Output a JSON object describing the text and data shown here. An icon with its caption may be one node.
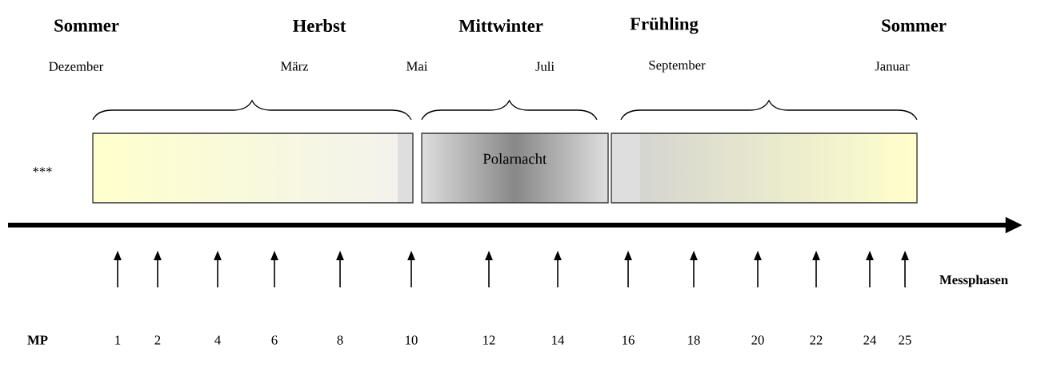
{
  "diagram": {
    "nodes": [
      {
        "text": [],
        "shape": "box"
      },
      {
        "text": [
          "Polarnacht"
        ]
      },
      {
        "text": [],
        "shape": "box"
      }
    ],
    "labels": [
      "Sommer",
      "Herbst",
      "Mittwinter",
      "Frühling",
      "Sommer",
      "Dezember",
      "März",
      "Mai",
      "Juli",
      "September",
      "Januar",
      "***",
      "Messphasen",
      "MP",
      "1",
      "2",
      "4",
      "6",
      "8",
      "10",
      "12",
      "14",
      "16",
      "18",
      "20",
      "22",
      "24",
      "25"
    ]
  }
}
